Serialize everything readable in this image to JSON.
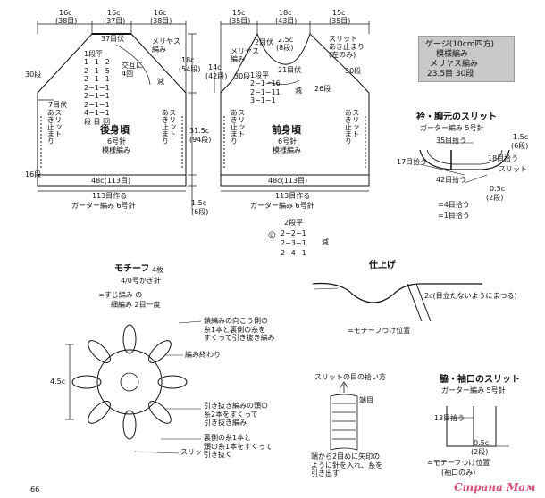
{
  "page_number": "66",
  "watermark": "Страна Мам",
  "back": {
    "top_dims": [
      {
        "cm": "16c",
        "st": "(38目)"
      },
      {
        "cm": "16c",
        "st": "(37目)"
      },
      {
        "cm": "16c",
        "st": "(38目)"
      }
    ],
    "center_top": "37目伏",
    "meriyasu": "メリヤス\n編み",
    "left_row": "30段",
    "dec_table": [
      "1段平",
      "1−1−2",
      "2−1−5",
      "2−1−1",
      "2−1−1",
      "2−1−1",
      "2−1−1",
      "4−1−1",
      "段 目 回"
    ],
    "koui": "交互に\n4回",
    "gen": "減",
    "fuse7": "7目伏",
    "slit_left": "スリット\nあき止まり",
    "slit_right": "スリット\nあき止まり",
    "title": "後身頃",
    "needle": "6号針",
    "pattern": "模様編み",
    "bottom_width": "48c(113目)",
    "arrow16": "16段",
    "cast_on": "113目作る",
    "garter": "ガーター編み 6号針",
    "side_h1": "18c",
    "side_h1b": "(54段)",
    "side_h2": "31.5c",
    "side_h2b": "(94段)",
    "side_h3": "1.5c",
    "side_h3b": "(6段)"
  },
  "front": {
    "top_dims": [
      {
        "cm": "15c",
        "st": "(35目)"
      },
      {
        "cm": "18c",
        "st": "(43目)"
      },
      {
        "cm": "15c",
        "st": "(35目)"
      }
    ],
    "fuse2": "2目伏",
    "neck_depth": "2.5c",
    "neck_depth_b": "(8段)",
    "fuse21": "21目伏",
    "slit_top": "スリット\nあき止まり\n(左のみ)",
    "meriyasu": "メリヤス\n編み",
    "left_col": "14c",
    "left_col_b": "(42段)",
    "left_row": "30段",
    "right_row": "30段",
    "dec_table": [
      "1段平",
      "2−1−16",
      "2−1−11",
      "3−1−1"
    ],
    "gen": "減",
    "row26": "26段",
    "slit_left": "スリット\nあき止まり",
    "slit_right": "スリット\nあき止まり",
    "title": "前身頃",
    "needle": "6号針",
    "pattern": "模様編み",
    "bottom_width": "48c(113目)",
    "cast_on": "113目作る",
    "garter": "ガーター編み 6号針"
  },
  "dec2": {
    "head": "2段平",
    "rows": [
      "2−2−1",
      "2−3−1",
      "2−4−1"
    ],
    "gen": "減"
  },
  "gauge": {
    "line1": "ゲージ(10cm四方)",
    "line2": "模様編み",
    "line3": "メリヤス編み",
    "line4": "23.5目 30段"
  },
  "collar": {
    "title": "衿・胸元のスリット",
    "sub": "ガーター編み 5号針",
    "h": "1.5c",
    "h_b": "(6段)",
    "p35": "35目拾う",
    "p17": "17目拾う",
    "p18": "18目拾う",
    "slit": "スリット",
    "p42": "42目拾う",
    "w": "0.5c",
    "w_b": "(2段)",
    "note1": "=4目拾う",
    "note2": "=1目拾う"
  },
  "motif": {
    "title": "モチーフ",
    "count": "4枚",
    "hook": "4/0号かぎ針",
    "legend": "=すじ編み の",
    "legend2": "細編み 2目一度",
    "size": "4.5c",
    "ann1": "鎖編みの向こう側の\n糸1本と裏側の糸を\nすくって引き抜き編み",
    "ann2": "編み終わり",
    "ann3": "引き抜き編みの頭の\n糸2本をすくって\n引き抜き編み",
    "ann4": "裏側の糸1本と\n頭の糸1本をすくって\n引き抜く",
    "slit": "スリット"
  },
  "finishing": {
    "title": "仕上げ",
    "note2c": "2c(目立たないようにまつる)",
    "legend": "=モチーフつけ位置"
  },
  "slit_pick": {
    "title": "スリットの目の拾い方",
    "edge": "端目",
    "desc": "端から2目めに矢印の\nように針を入れ、糸を\n引き出す"
  },
  "side_slit": {
    "title": "脇・袖口のスリット",
    "sub": "ガーター編み 5号針",
    "p13": "13目拾う",
    "w": "0.5c",
    "w_b": "(2段)",
    "legend": "=モチーフつけ位置",
    "legend2": "(袖口のみ)"
  }
}
